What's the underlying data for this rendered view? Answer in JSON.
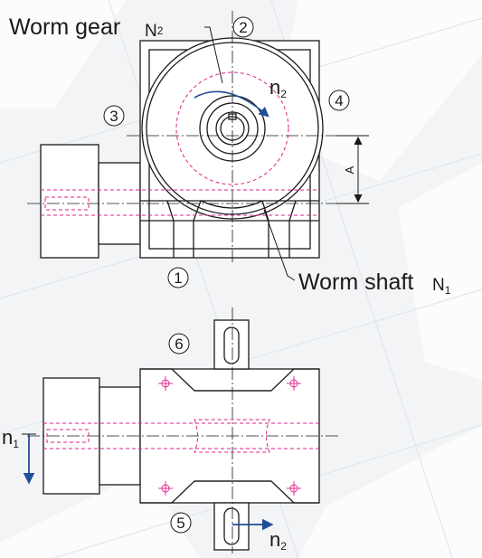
{
  "labels": {
    "worm_gear": "Worm gear",
    "worm_gear_n_main": "N",
    "worm_gear_n_sub": "2",
    "worm_shaft": "Worm shaft",
    "worm_shaft_n_main": "N",
    "worm_shaft_n_sub": "1",
    "gear_speed_top_main": "n",
    "gear_speed_top_sub": "2",
    "input_speed_main": "n",
    "input_speed_sub": "1",
    "output_speed_main": "n",
    "output_speed_sub": "2",
    "dimension_a": "A"
  },
  "positions": [
    "1",
    "2",
    "3",
    "4",
    "5",
    "6"
  ],
  "colors": {
    "outline": "#1a1a1a",
    "hidden_line": "#e0218a",
    "arrow": "#1f4e99",
    "background": "#f2f4f6"
  }
}
